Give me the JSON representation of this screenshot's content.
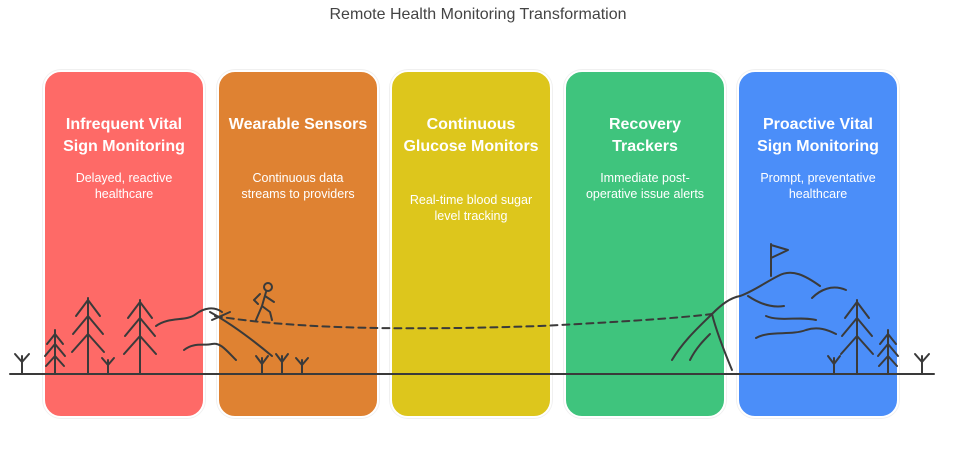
{
  "title": "Remote Health Monitoring Transformation",
  "stages": [
    {
      "title": "Infrequent Vital Sign Monitoring",
      "description": "Delayed, reactive healthcare",
      "color": "#fe6a67"
    },
    {
      "title": "Wearable Sensors",
      "description": "Continuous data streams to providers",
      "color": "#df8232"
    },
    {
      "title": "Continuous Glucose Monitors",
      "description": "Real-time blood sugar level tracking",
      "color": "#ddc61c"
    },
    {
      "title": "Recovery Trackers",
      "description": "Immediate post-operative issue alerts",
      "color": "#3fc47d"
    },
    {
      "title": "Proactive Vital Sign Monitoring",
      "description": "Prompt, preventative healthcare",
      "color": "#4b8ef9"
    }
  ],
  "colors": {
    "line": "#3a3a3a",
    "title": "#444444"
  },
  "icons": [
    "pine-tree-icon",
    "grass-tuft-icon",
    "hill-icon",
    "hiker-icon",
    "flag-icon",
    "mountain-icon"
  ]
}
